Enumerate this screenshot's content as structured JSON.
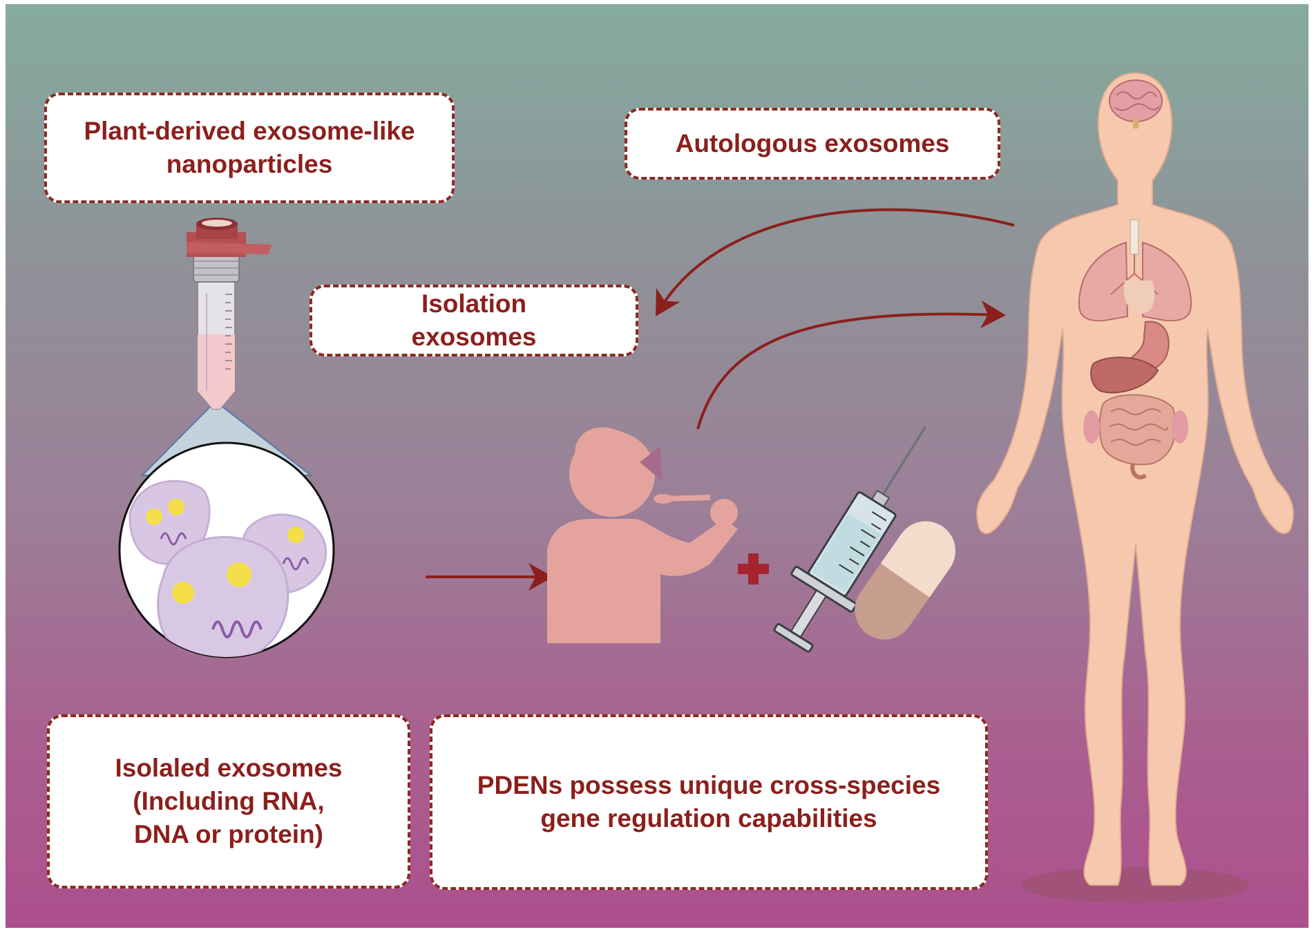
{
  "labels": {
    "plant_derived": [
      "Plant-derived exosome-like",
      "nanoparticles"
    ],
    "autologous": [
      "Autologous exosomes"
    ],
    "isolation": [
      "Isolation",
      "exosomes"
    ],
    "isolated": [
      "Isolaled exosomes",
      "(Including RNA,",
      "DNA or protein)"
    ],
    "pdens": [
      "PDENs possess unique cross-species",
      "gene regulation capabilities"
    ]
  },
  "colors": {
    "label_text": "#8b1f1c",
    "label_border": "#8b2a22",
    "arrow": "#8b1f1c",
    "background_top": "#85ab9f",
    "background_bottom": "#ad4f8d",
    "skin": "#f6c9ae",
    "patient_silhouette": "#e4a49d"
  },
  "icons": {
    "tube": "centrifuge-tube-icon",
    "magnifier": "exosome-magnifier-icon",
    "patient": "patient-taking-medicine-icon",
    "plus": "plus-icon",
    "syringe": "syringe-icon",
    "capsule": "capsule-icon",
    "body": "human-body-organs-icon"
  }
}
